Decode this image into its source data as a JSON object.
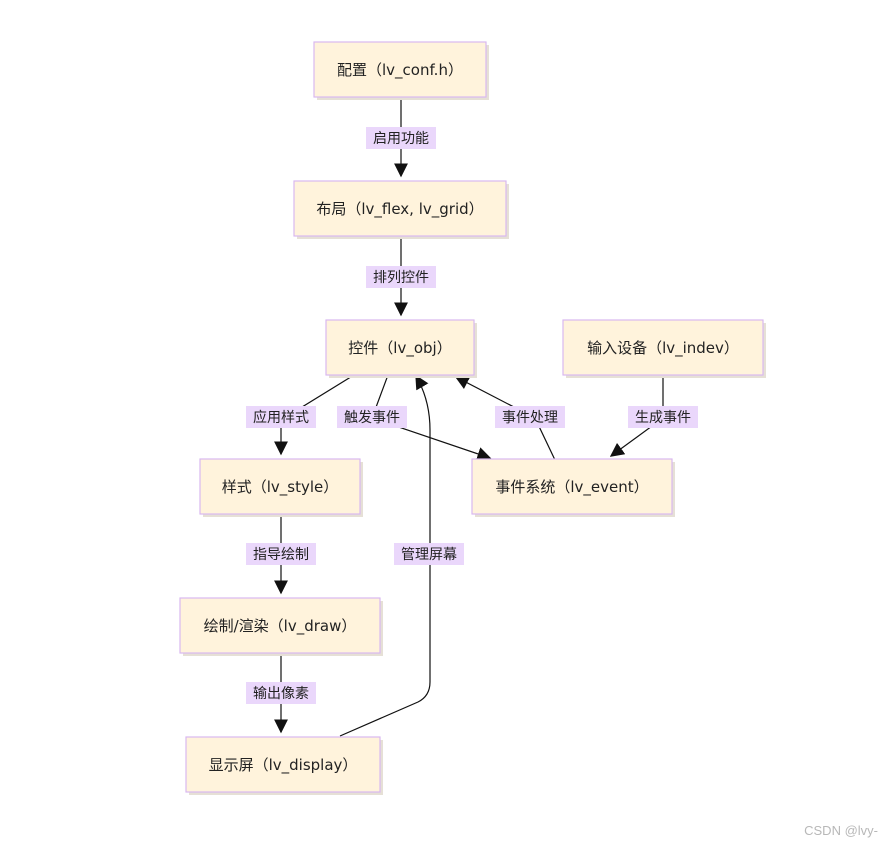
{
  "nodes": {
    "config": "配置（lv_conf.h）",
    "layout": "布局（lv_flex, lv_grid）",
    "widget": "控件（lv_obj）",
    "indev": "输入设备（lv_indev）",
    "style": "样式（lv_style）",
    "event": "事件系统（lv_event）",
    "draw": "绘制/渲染（lv_draw）",
    "display": "显示屏（lv_display）"
  },
  "edges": {
    "enable": "启用功能",
    "arrange": "排列控件",
    "apply_style": "应用样式",
    "trigger": "触发事件",
    "handle": "事件处理",
    "generate": "生成事件",
    "guide_draw": "指导绘制",
    "output": "输出像素",
    "manage": "管理屏幕"
  },
  "watermark": "CSDN @lvy-",
  "colors": {
    "node_fill": "#fff3dc",
    "node_border": "#d9b8f0",
    "label_bg": "#ead7fb",
    "edge": "#111111"
  }
}
